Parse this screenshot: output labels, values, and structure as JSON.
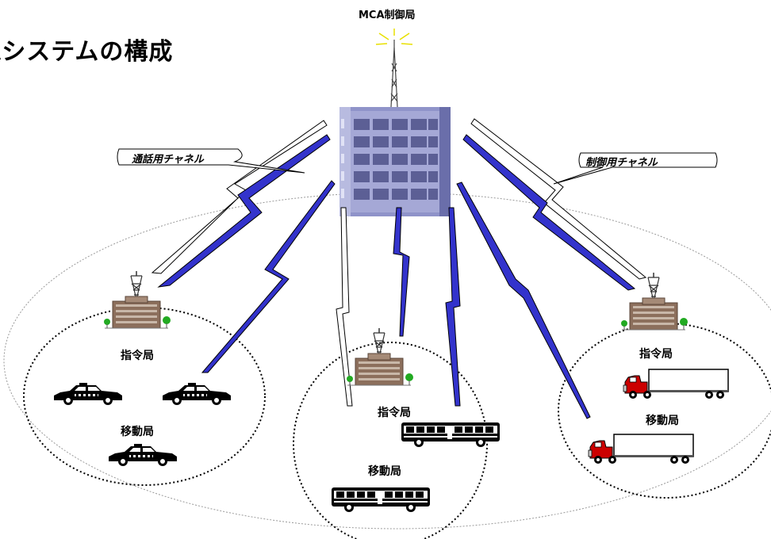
{
  "page": {
    "title": "Aシステムの構成"
  },
  "labels": {
    "control_station": "MCA制御局",
    "speech_channel": "通話用チャネル",
    "control_channel": "制御用チャネル",
    "dispatch_left": "指令局",
    "mobile_left": "移動局",
    "dispatch_center": "指令局",
    "mobile_center": "移動局",
    "dispatch_right": "指令局",
    "mobile_right": "移動局"
  },
  "colors": {
    "lightning_fill": "#3333cc",
    "building_main": "#8f93c9",
    "building_dark": "#5a5f9e",
    "building_window": "#5c5f95",
    "brick": "#8c6f5c",
    "truck_red": "#cc0000",
    "tree_green": "#22aa22"
  }
}
